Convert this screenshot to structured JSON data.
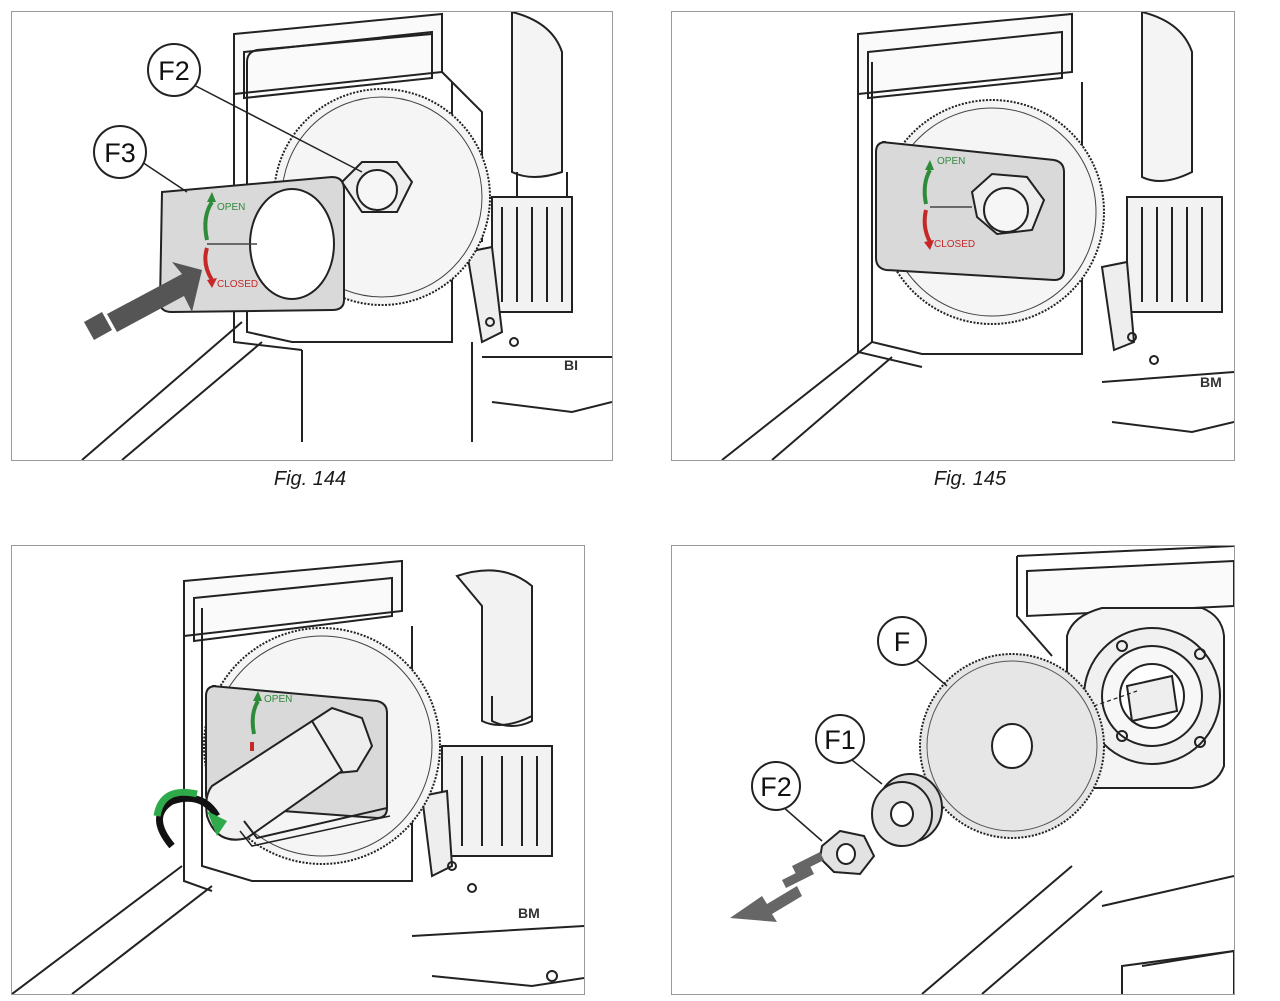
{
  "figures": [
    {
      "caption": "Fig. 144",
      "callouts": [
        "F2",
        "F3"
      ],
      "plate": {
        "open": "OPEN",
        "closed": "CLOSED"
      },
      "brand": "BI"
    },
    {
      "caption": "Fig. 145",
      "plate": {
        "open": "OPEN",
        "closed": "CLOSED"
      },
      "brand": "BM"
    },
    {
      "caption": "",
      "plate": {
        "open": "OPEN"
      },
      "brand": "BM"
    },
    {
      "caption": "",
      "callouts": [
        "F",
        "F1",
        "F2"
      ]
    }
  ],
  "colors": {
    "open_arrow": "#2e8b3a",
    "closed_arrow": "#c62828",
    "rotate_arrow": "#2eaa4a",
    "push_arrow": "#555555",
    "plate_fill": "#d9d9d9",
    "blade_fill": "#e6e6e6"
  },
  "icons": [
    "push-arrow-icon",
    "rotate-arrow-icon",
    "pull-arrow-icon"
  ]
}
